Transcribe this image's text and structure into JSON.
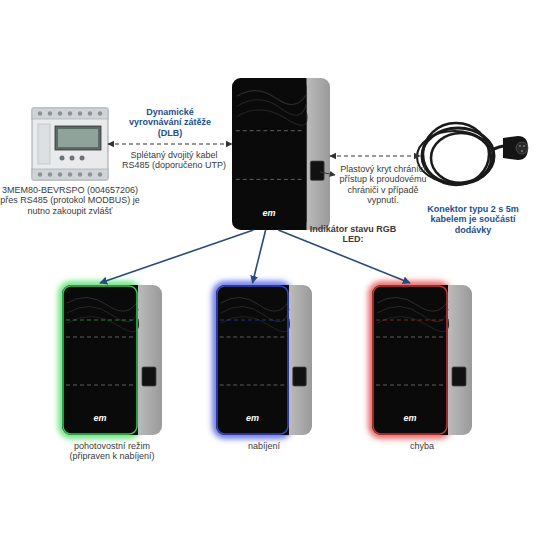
{
  "diagram": {
    "nodes": [
      {
        "text": [
          "3MEM80-BEVRSPO (004657206) přes RS485 (protokol MODBUS) je nutno zakoupit zvlášť"
        ]
      },
      {
        "text": [
          "em"
        ]
      },
      {
        "text": [
          "Konektor typu 2 s 5m kabelem je součástí dodávky"
        ]
      },
      {
        "text": [
          "em",
          "pohotovostní režim (připraven k nabíjení)"
        ]
      },
      {
        "text": [
          "em",
          "nabíjení"
        ]
      },
      {
        "text": [
          "em",
          "chyba"
        ]
      }
    ],
    "edges": [
      {
        "from": 0,
        "to": 1,
        "arrow": "both",
        "label": "Dynamické vyrovnávání zátěže (DLB)"
      },
      {
        "from": 1,
        "to": 2,
        "arrow": "both"
      },
      {
        "from": 1,
        "to": 3,
        "arrow": "to"
      },
      {
        "from": 1,
        "to": 4,
        "arrow": "to"
      },
      {
        "from": 1,
        "to": 5,
        "arrow": "to"
      }
    ],
    "labels": [
      "Splétaný dvojitý kabel RS485 (doporučeno UTP)",
      "Plastový kryt chránící přístup k proudovému chrániči v případě vypnutí.",
      "Indikátor stavu RGB LED:"
    ]
  }
}
